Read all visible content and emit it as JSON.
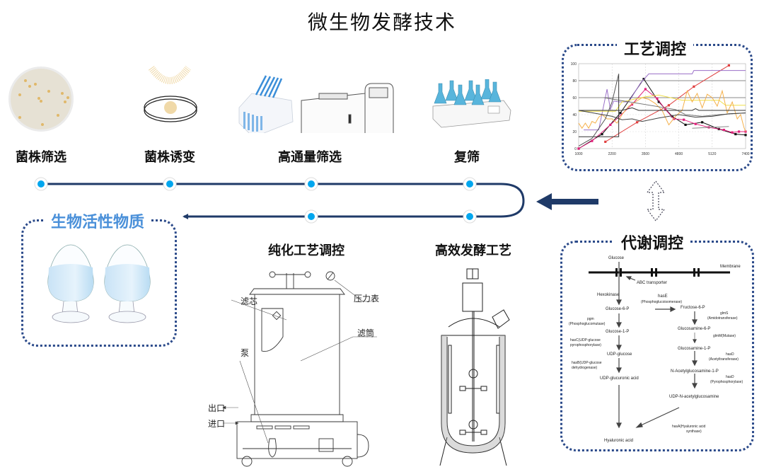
{
  "title": "微生物发酵技术",
  "steps_top": [
    {
      "label": "菌株筛选",
      "icon": "petri-dish-colonies-icon"
    },
    {
      "label": "菌株诱变",
      "icon": "petri-dish-mutation-icon"
    },
    {
      "label": "高通量筛选",
      "icon": "high-throughput-instrument-icon"
    },
    {
      "label": "复筛",
      "icon": "shaker-flasks-icon"
    }
  ],
  "steps_bottom": [
    {
      "label": "纯化工艺调控",
      "icon": "filter-purification-diagram"
    },
    {
      "label": "高效发酵工艺",
      "icon": "fermenter-tank-diagram"
    }
  ],
  "product": {
    "label": "生物活性物质",
    "icon": "powder-flask-icon"
  },
  "purification_annotations": {
    "filter_core": "滤芯",
    "pressure_gauge": "压力表",
    "filter_cylinder": "滤筒",
    "pump": "泵",
    "outlet": "出口",
    "inlet": "进口"
  },
  "colors": {
    "flow_line": "#1f3a68",
    "node": "#00a6ee",
    "box_border": "#2b4a8a",
    "product_title": "#4a90d9"
  },
  "process_control": {
    "title": "工艺调控",
    "chart_data": {
      "type": "line",
      "title": "",
      "xlabel": "",
      "ylabel": "",
      "x_ticks": [
        "1000",
        "2200",
        "3500",
        "4800",
        "5120",
        "7400"
      ],
      "y_ticks": [
        "0",
        "20",
        "40",
        "60",
        "80",
        "100"
      ],
      "ylim": [
        0,
        100
      ],
      "x_index_range": [
        0,
        5
      ],
      "grid": true,
      "series": [
        {
          "name": "black-markers",
          "color": "#111111",
          "markers": true,
          "points": [
            [
              0,
              0
            ],
            [
              0.7,
              17
            ],
            [
              1.25,
              42
            ],
            [
              1.95,
              82
            ],
            [
              2.4,
              55
            ],
            [
              2.8,
              38
            ],
            [
              3.2,
              28
            ],
            [
              3.7,
              31
            ],
            [
              4.2,
              23
            ],
            [
              4.7,
              17
            ],
            [
              5,
              16
            ]
          ]
        },
        {
          "name": "pink-markers",
          "color": "#e0207a",
          "markers": true,
          "points": [
            [
              0,
              0
            ],
            [
              0.4,
              9
            ],
            [
              0.95,
              28
            ],
            [
              1.6,
              52
            ],
            [
              2,
              70
            ],
            [
              2.35,
              59
            ],
            [
              2.6,
              46
            ],
            [
              2.85,
              35
            ],
            [
              3.15,
              34
            ],
            [
              3.5,
              29
            ],
            [
              3.9,
              25
            ],
            [
              4.35,
              22
            ],
            [
              4.6,
              19
            ],
            [
              4.8,
              20
            ],
            [
              5,
              20
            ]
          ]
        },
        {
          "name": "red-markers",
          "color": "#e04040",
          "markers": true,
          "points": [
            [
              0.8,
              8
            ],
            [
              1.75,
              31
            ],
            [
              2.7,
              51
            ],
            [
              3.45,
              73
            ],
            [
              4.5,
              98
            ]
          ]
        },
        {
          "name": "purple",
          "color": "#9a6fc8",
          "markers": false,
          "points": [
            [
              0.15,
              22
            ],
            [
              0.6,
              22
            ],
            [
              0.85,
              70
            ],
            [
              0.95,
              46
            ],
            [
              1.05,
              56
            ],
            [
              1.2,
              55
            ],
            [
              1.5,
              55
            ],
            [
              1.85,
              77
            ],
            [
              2.1,
              88
            ],
            [
              3.4,
              88
            ],
            [
              3.45,
              92
            ],
            [
              5,
              92
            ]
          ]
        },
        {
          "name": "yellow",
          "color": "#f0e04a",
          "markers": false,
          "points": [
            [
              0,
              44
            ],
            [
              1.1,
              44
            ],
            [
              1.3,
              55
            ],
            [
              2,
              61
            ],
            [
              2.4,
              63
            ],
            [
              3.1,
              57
            ],
            [
              4.2,
              57
            ],
            [
              4.4,
              51
            ],
            [
              5,
              51
            ]
          ]
        },
        {
          "name": "orange-noisy",
          "color": "#f5b04a",
          "markers": false,
          "points": [
            [
              0,
              30
            ],
            [
              0.1,
              24
            ],
            [
              0.2,
              30
            ],
            [
              0.3,
              24
            ],
            [
              0.4,
              32
            ],
            [
              0.5,
              30
            ],
            [
              0.6,
              37
            ],
            [
              0.7,
              40
            ],
            [
              0.85,
              35
            ],
            [
              1,
              35
            ],
            [
              1.15,
              30
            ],
            [
              1.3,
              40
            ],
            [
              1.5,
              50
            ],
            [
              1.7,
              55
            ],
            [
              1.9,
              60
            ],
            [
              2.1,
              58
            ],
            [
              2.3,
              53
            ],
            [
              2.5,
              45
            ],
            [
              2.7,
              28
            ],
            [
              2.9,
              38
            ],
            [
              3.1,
              45
            ],
            [
              3.25,
              68
            ],
            [
              3.4,
              55
            ],
            [
              3.55,
              65
            ],
            [
              3.7,
              48
            ],
            [
              3.85,
              64
            ],
            [
              4,
              60
            ],
            [
              4.15,
              50
            ],
            [
              4.3,
              68
            ],
            [
              4.45,
              42
            ],
            [
              4.6,
              55
            ],
            [
              4.75,
              35
            ],
            [
              4.85,
              40
            ],
            [
              4.95,
              25
            ],
            [
              5,
              20
            ]
          ]
        },
        {
          "name": "gray-diagonal",
          "color": "#777777",
          "markers": false,
          "points": [
            [
              0.75,
              60
            ],
            [
              2.9,
              46
            ],
            [
              3.2,
              40
            ],
            [
              3.7,
              38
            ],
            [
              4.2,
              40
            ],
            [
              5,
              42
            ]
          ]
        },
        {
          "name": "dark-gray-flat",
          "color": "#333333",
          "markers": false,
          "points": [
            [
              0,
              45
            ],
            [
              1.3,
              45
            ],
            [
              1.6,
              48
            ],
            [
              1.8,
              45
            ],
            [
              3.4,
              45
            ],
            [
              3.5,
              47
            ],
            [
              3.6,
              45
            ],
            [
              5,
              45
            ]
          ]
        },
        {
          "name": "dark-descending",
          "color": "#444444",
          "markers": false,
          "points": [
            [
              0,
              45
            ],
            [
              1,
              38
            ],
            [
              1.3,
              34
            ],
            [
              1.6,
              35
            ],
            [
              1.9,
              32
            ],
            [
              2.4,
              36
            ],
            [
              3,
              40
            ],
            [
              3.5,
              37
            ],
            [
              4,
              38
            ],
            [
              4.5,
              41
            ],
            [
              5,
              42
            ]
          ]
        },
        {
          "name": "step-rect",
          "color": "#333333",
          "markers": false,
          "points": [
            [
              0,
              14
            ],
            [
              1.2,
              14
            ],
            [
              1.2,
              88
            ]
          ]
        },
        {
          "name": "gray-spike",
          "color": "#555555",
          "markers": false,
          "points": [
            [
              0,
              3
            ],
            [
              0.4,
              12
            ],
            [
              0.8,
              35
            ],
            [
              1,
              55
            ],
            [
              1.2,
              88
            ]
          ]
        },
        {
          "name": "gray-tail",
          "color": "#888888",
          "markers": false,
          "points": [
            [
              3.4,
              24
            ],
            [
              4.5,
              26
            ]
          ]
        }
      ],
      "hlines": [
        {
          "y": 60,
          "color": "#888888"
        },
        {
          "y": 80,
          "color": "#888888"
        }
      ]
    }
  },
  "metabolic_control": {
    "title": "代谢调控",
    "labels": {
      "glucose": "Glucose",
      "membrane": "Membrane",
      "abc": "ABC transporter",
      "hexokinase": "Hexokinase",
      "g6p": "Glucose-6-P",
      "hasE": "hasE",
      "hasE_full": "(Phosphoglucoisomerase)",
      "f6p": "Fructose-6-P",
      "pgm": "pgm",
      "pgm_full": "(Phosphoglucomutase)",
      "g1p": "Glucose-1-P",
      "hasC": "hasC(UDP-glucose",
      "hasC2": "pyrophosphorylase)",
      "udpg": "UDP-glucose",
      "hasB": "hasB(UDP-glucose",
      "hasB2": "dehydrogenase)",
      "udpga": "UDP-glucuronic acid",
      "glmS": "glmS",
      "glmS_full": "(Amidotransferase)",
      "gn6p": "Glucosamine-6-P",
      "glmM": "glmM(Mutase)",
      "gn1p": "Glucosamine-1-P",
      "hasD1": "hasD",
      "hasD1_full": "(Acetyltransferase)",
      "nag1p": "N-Acetylglucosamine-1-P",
      "hasD2": "hasD",
      "hasD2_full": "(Pyrophosphorylase)",
      "udpnag": "UDP-N-acetylglucosamine",
      "hasA": "hasA(Hyaluronic acid",
      "hasA2": "synthase)",
      "ha": "Hyaluronic acid"
    }
  },
  "arrows": {
    "left_arrow": "arrow-left-icon",
    "bidirectional": "double-arrow-vertical-icon"
  }
}
